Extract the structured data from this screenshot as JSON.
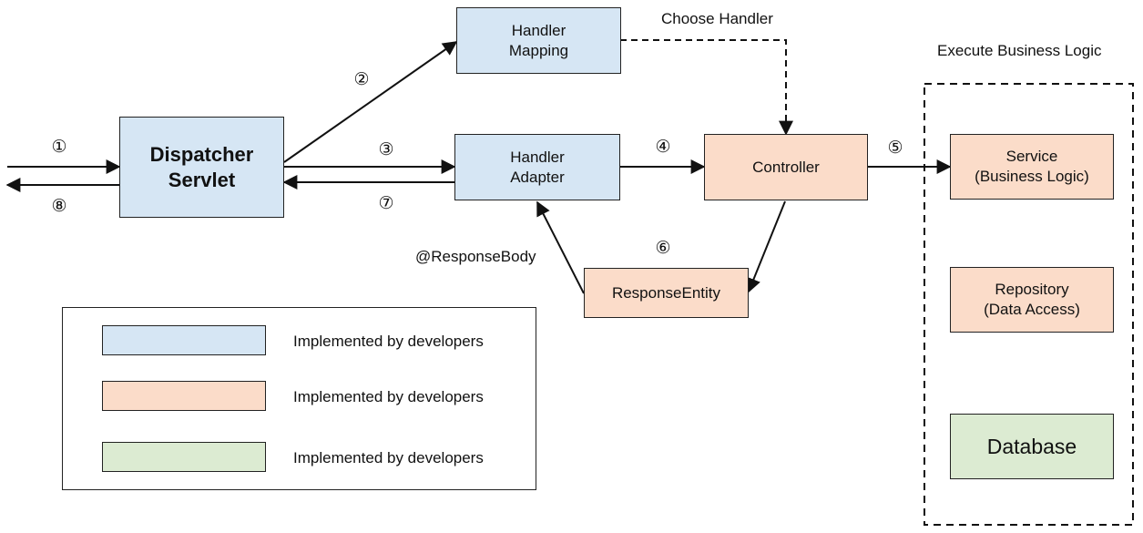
{
  "nodes": {
    "dispatcher": "Dispatcher\nServlet",
    "handler_mapping": "Handler\nMapping",
    "handler_adapter": "Handler\nAdapter",
    "controller": "Controller",
    "response_entity": "ResponseEntity",
    "service": "Service\n(Business Logic)",
    "repository": "Repository\n(Data Access)",
    "database": "Database"
  },
  "labels": {
    "choose_handler": "Choose Handler",
    "execute_business_logic": "Execute Business Logic",
    "response_body": "@ResponseBody"
  },
  "steps": {
    "s1": "①",
    "s2": "②",
    "s3": "③",
    "s4": "④",
    "s5": "⑤",
    "s6": "⑥",
    "s7": "⑦",
    "s8": "⑧"
  },
  "legend": [
    {
      "color": "#d6e6f4",
      "label": "Implemented by developers"
    },
    {
      "color": "#fbdcc9",
      "label": "Implemented by developers"
    },
    {
      "color": "#dcebd2",
      "label": "Implemented by developers"
    }
  ]
}
